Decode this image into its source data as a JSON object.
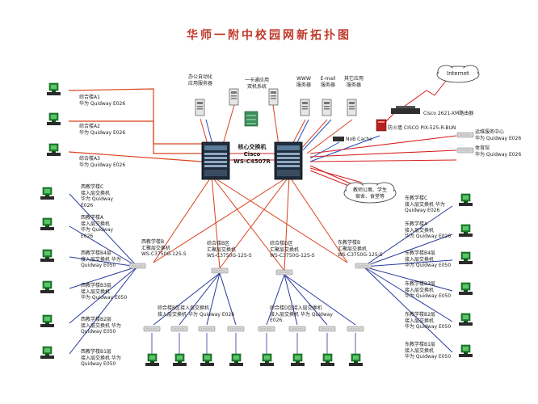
{
  "title": "华师一附中校园网新拓扑图",
  "core": {
    "line1": "核心交换机",
    "line2": "Cisco",
    "line3": "WS-C4507R"
  },
  "servers": {
    "office": [
      "办公自动化",
      "应用服务器"
    ],
    "card": [
      "一卡通应用",
      "双机系统"
    ],
    "www": [
      "WWW",
      "服务器"
    ],
    "email": [
      "E-mail",
      "服务器"
    ],
    "other": [
      "其它应用",
      "服务器"
    ]
  },
  "internet": "Internet",
  "router": "Cisco 2621-XM路由器",
  "firewall": "防火墙 CISCO PIX-525-R-BUN",
  "cache": "NoB Cache",
  "cloud_label": [
    "教师公寓、学生",
    "宿舍、食堂等"
  ],
  "right_top": [
    [
      "运维服务中心",
      "华为 Quidway E026"
    ],
    [
      "体育馆",
      "华为 Quidway E026"
    ]
  ],
  "left_top": [
    [
      "综合楼A1",
      "华为 Quidway E026"
    ],
    [
      "综合楼A2",
      "华为 Quidway E026"
    ],
    [
      "综合楼A3",
      "华为 Quidway E026"
    ]
  ],
  "west_access": [
    [
      "西教学楼C",
      "接入层交换机",
      "华为 Quidway",
      "E026"
    ],
    [
      "西教学楼A",
      "接入层交换机",
      "华为 Quidway",
      "E026"
    ],
    [
      "西教学楼B4层",
      "接入层交换机 华为",
      "Quidway E050"
    ],
    [
      "西教学楼B3层",
      "接入层交换机",
      "华为 Quidway E050"
    ],
    [
      "西教学楼B2层",
      "接入层交换机 华为",
      "Quidway E050"
    ],
    [
      "西教学楼B1层",
      "接入层交换机 华为",
      "Quidway E050"
    ]
  ],
  "east_access": [
    [
      "东教学楼C",
      "接入层交换机 华为",
      "Quidway E026"
    ],
    [
      "东教学楼A",
      "接入层交换机",
      "华为 Quidway E026"
    ],
    [
      "东教学楼B4层",
      "接入层交换机",
      "华为 Quidway E050"
    ],
    [
      "东教学楼B3层",
      "接入层交换机",
      "华为 Quidway E050"
    ],
    [
      "东教学楼B2层",
      "接入层交换机",
      "华为 Quidway E050"
    ],
    [
      "东教学楼B1层",
      "接入层交换机",
      "华为 Quidway E050"
    ]
  ],
  "distribution": [
    [
      "西教学楼B",
      "汇聚层交换机",
      "WS-C3750G-12S-S"
    ],
    [
      "综合楼B区",
      "汇聚层交换机",
      "WS-C3750G-12S-S"
    ],
    [
      "综合楼D区",
      "汇聚层交换机",
      "WS-C3750G-12S-S"
    ],
    [
      "东教学楼B",
      "汇聚层交换机",
      "WS-C3750G-12S-S"
    ]
  ],
  "bottom_access": [
    [
      "综合楼B区接入层交换机",
      "接入层交换机 华为 Quidway E026"
    ],
    [
      "综合楼D区接入层交换机",
      "接入层交换机 华为 Quidway",
      "E026."
    ]
  ],
  "colors": {
    "title": "#c0392b",
    "core_link": "#d9431e",
    "access_link": "#2b3a9e",
    "blue_link": "#1e4fc0",
    "red_link": "#d62020",
    "pc": "#1e8a2e",
    "switch": "#cfcfcf"
  }
}
